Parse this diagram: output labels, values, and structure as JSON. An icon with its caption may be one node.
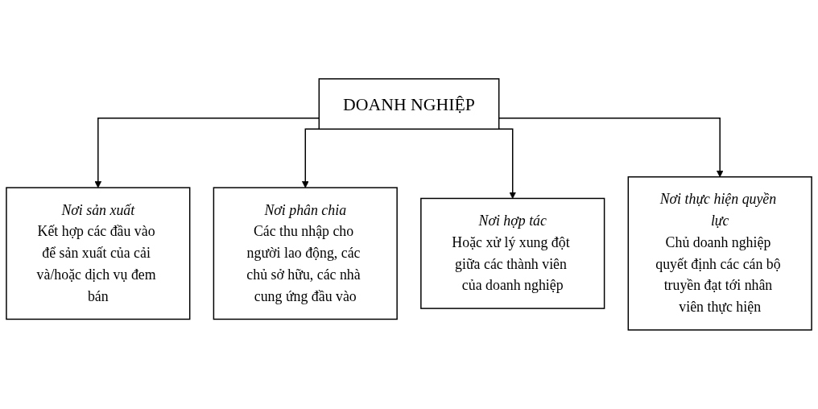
{
  "diagram": {
    "nodes": [
      {
        "text": [
          "DOANH NGHIỆP"
        ]
      },
      {
        "text": [
          "Nơi sản xuất",
          "Kết hợp các đầu vào để sản xuất của cải và/hoặc dịch vụ đem bán"
        ]
      },
      {
        "text": [
          "Nơi phân chia",
          "Các thu nhập cho người lao động, các chủ sở hữu, các nhà cung ứng đầu vào"
        ]
      },
      {
        "text": [
          "Nơi hợp tác",
          "Hoặc xử lý xung đột giữa các thành viên của doanh nghiệp"
        ]
      },
      {
        "text": [
          "Nơi thực hiện quyền lực",
          "Chủ doanh nghiệp quyết định các cán bộ truyền đạt tới nhân viên thực hiện"
        ]
      }
    ],
    "edges": [
      {
        "from": 0,
        "to": 1,
        "arrow": "to"
      },
      {
        "from": 0,
        "to": 2,
        "arrow": "to"
      },
      {
        "from": 0,
        "to": 3,
        "arrow": "to"
      },
      {
        "from": 0,
        "to": 4,
        "arrow": "to"
      }
    ]
  }
}
